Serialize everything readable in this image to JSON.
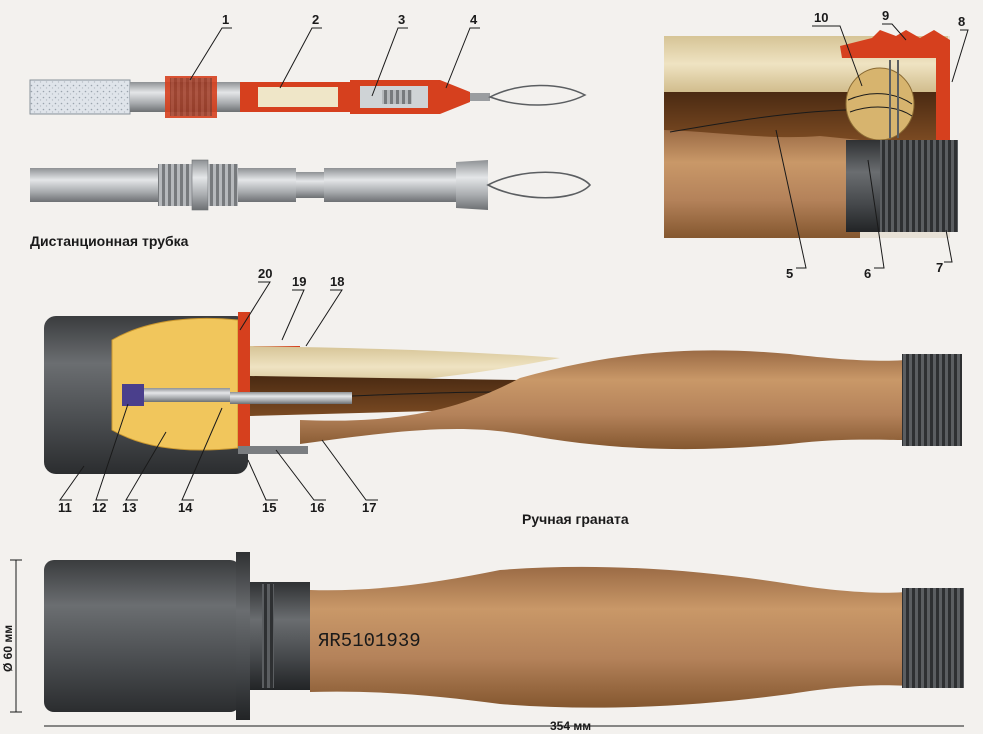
{
  "captions": {
    "fuse_title": "Дистанционная трубка",
    "grenade_title": "Ручная граната",
    "diameter": "Ø 60 мм",
    "length": "354 мм",
    "serial": "ЯR5101939"
  },
  "callouts": {
    "fuse": [
      "1",
      "2",
      "3",
      "4"
    ],
    "cap": [
      "10",
      "9",
      "8",
      "5",
      "6",
      "7"
    ],
    "grenade_top": [
      "20",
      "19",
      "18"
    ],
    "grenade_bottom": [
      "11",
      "12",
      "13",
      "14",
      "15",
      "16",
      "17"
    ]
  },
  "colors": {
    "background": "#f3f1ee",
    "wood": "#b4825a",
    "wood_light": "#e6d7b0",
    "metal_dark": "#4a4c4e",
    "metal_light": "#b5b8bb",
    "cutaway_red": "#d6401e",
    "explosive_yellow": "#f1c65c",
    "detonator_blue": "#4a3f8c"
  }
}
